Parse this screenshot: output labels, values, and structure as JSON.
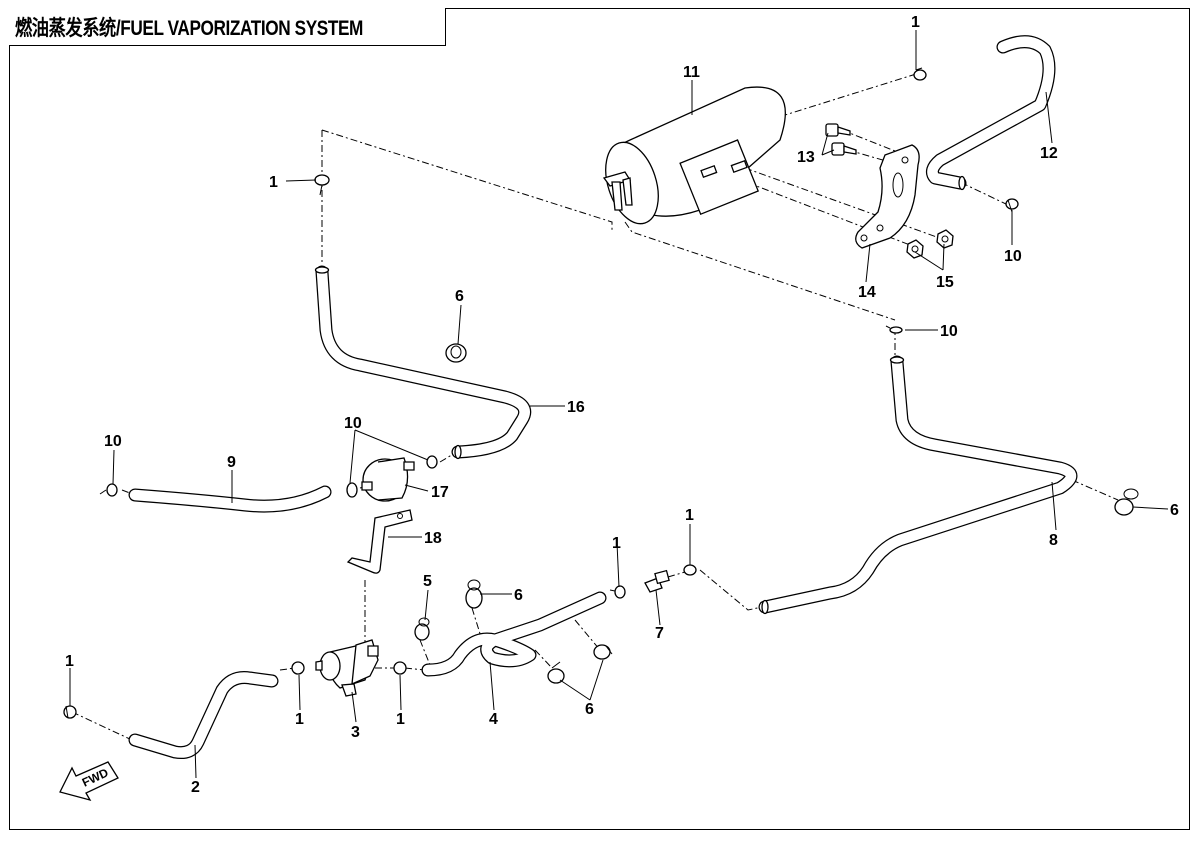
{
  "title": "燃油蒸发系统/FUEL VAPORIZATION SYSTEM",
  "fwd_label": "FWD",
  "callouts": {
    "c1a": "1",
    "c1b": "1",
    "c1c": "1",
    "c1d": "1",
    "c1e": "1",
    "c1f": "1",
    "c1g": "1",
    "c2": "2",
    "c3": "3",
    "c4": "4",
    "c5": "5",
    "c6a": "6",
    "c6b": "6",
    "c6c": "6",
    "c6d": "6",
    "c7": "7",
    "c8": "8",
    "c9": "9",
    "c10a": "10",
    "c10b": "10",
    "c10c": "10",
    "c10d": "10",
    "c11": "11",
    "c12": "12",
    "c13": "13",
    "c14": "14",
    "c15": "15",
    "c16": "16",
    "c17": "17",
    "c18": "18"
  }
}
